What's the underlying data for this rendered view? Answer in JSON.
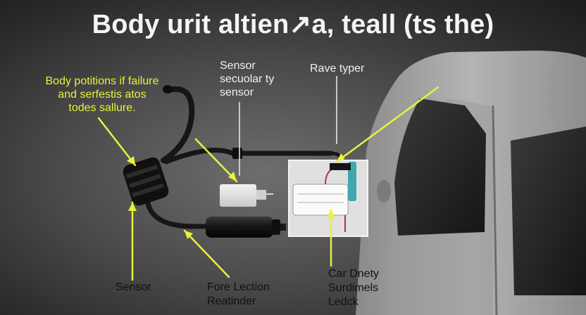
{
  "title": "Body urit altien↗a, teall (ts the)",
  "callouts": {
    "body_positions": "Body potitions if failure\nand serfestis atos\ntodes sallure.",
    "sensor_top": "Sensor\nsecuolar ty\nsensor",
    "rave_typer": "Rave typer",
    "sensor_bottom": "Sensor",
    "fore_lection": "Fore Lection\nReatinder",
    "car_dnety": "Car Dnety\nSurdimels\nLedck"
  },
  "colors": {
    "callout_yellow": "#e9f23a",
    "title_white": "#f4f4f4",
    "cable_black": "#161616",
    "connector_teal": "#3fa7ad",
    "wire_red": "#c0302e",
    "car_body_grey": "#a7a7a7"
  }
}
